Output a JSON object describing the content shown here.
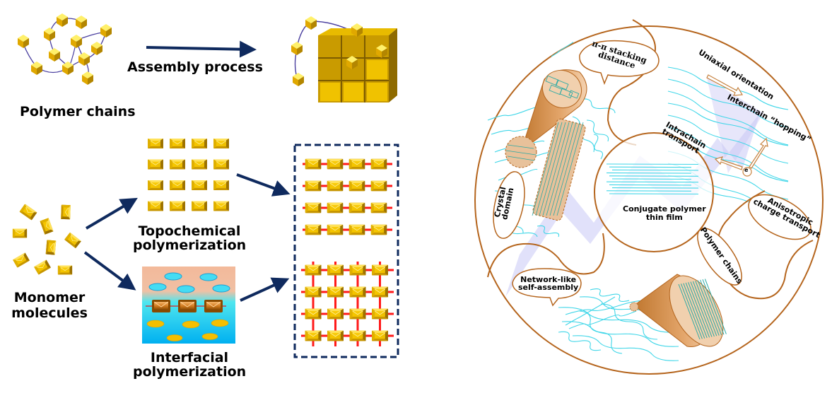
{
  "left_panel": {
    "top_row": {
      "source_label": "Polymer chains",
      "arrow_label": "Assembly  process"
    },
    "bottom_row": {
      "source_label_line1": "Monomer",
      "source_label_line2": "molecules",
      "route_top_line1": "Topochemical",
      "route_top_line2": "polymerization",
      "route_bottom_line1": "Interfacial",
      "route_bottom_line2": "polymerization"
    }
  },
  "right_panel": {
    "center_label_line1": "Conjugate polymer",
    "center_label_line2": "thin film",
    "callouts": {
      "pi_stacking_line1": "π-π stacking",
      "pi_stacking_line2": "distance",
      "crystal_line1": "Crystal",
      "crystal_line2": "domain",
      "network_line1": "Network-like",
      "network_line2": "self-assembly",
      "polymer_chains": "Polymer chains",
      "anisotropic_line1": "Anisotropic",
      "anisotropic_line2": "charge transport"
    },
    "annotations": {
      "uniaxial": "Uniaxial orientation",
      "interchain": "Interchain “hopping”",
      "intrachain_line1": "Intrachain",
      "intrachain_line2": "transport",
      "electron": "e"
    }
  },
  "colors": {
    "arrow_navy": "#0f2a5e",
    "cube_gold": "#e6b800",
    "cube_dark": "#a67c00",
    "chain_purple": "#4a3f9f",
    "bond_red": "#ff1a1a",
    "frame_brown": "#b5651d",
    "cone_fill": "#e8c19a",
    "fiber_cyan": "#3fd6e8",
    "arrow_lavender": "#c9c8f5"
  }
}
